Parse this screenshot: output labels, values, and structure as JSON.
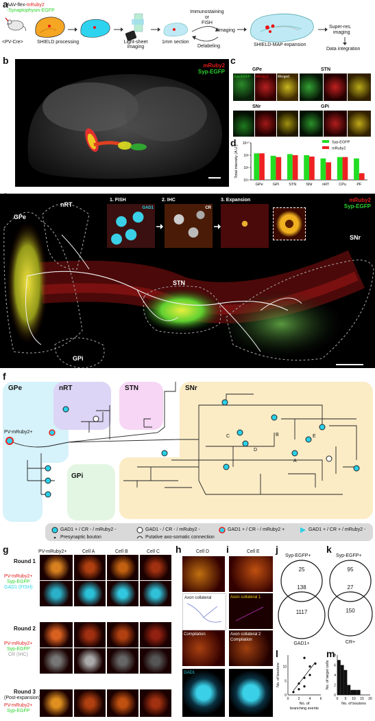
{
  "panel_letters": {
    "a": "a",
    "b": "b",
    "c": "c",
    "d": "d",
    "e": "e",
    "f": "f",
    "g": "g",
    "h": "h",
    "i": "i",
    "j": "j",
    "k": "k",
    "l": "l",
    "m": "m"
  },
  "panel_a": {
    "aav_line1": "AAV-flex-",
    "aav_mruby": "mRuby2",
    "aav_line2": "-Synaptophysin-EGFP",
    "mouse_label": "<PV-Cre>",
    "shield_processing": "SHIELD processing",
    "light_sheet": "Light-sheet",
    "imaging": "imaging",
    "section": "1mm section",
    "immuno1": "Immunostaining",
    "immuno2": "or",
    "immuno3": "FISH",
    "imaging2": "Imaging",
    "delabeling": "Delabeling",
    "expansion": "SHIELD-MAP expansion",
    "superres1": "Super-res.",
    "superres2": "imaging",
    "integration": "Data integration"
  },
  "panel_b": {
    "mruby": "mRuby2",
    "syp": "Syp-EGFP"
  },
  "panel_c": {
    "gpe": "GPe",
    "stn": "STN",
    "snr": "SNr",
    "gpi": "GPi",
    "syp": "Syp-EGFP",
    "mruby": "mRuby2",
    "merged": "Merged"
  },
  "panel_d": {
    "ylabel": "Total intensity (A.U.)",
    "legend_syp": "Syp-EGFP",
    "legend_mruby": "mRuby2",
    "ytick_labels": [
      "10¹⁰",
      "10⁸",
      "10⁶",
      "10⁴"
    ]
  },
  "chart_data": {
    "type": "bar",
    "categories": [
      "GPe",
      "GPi",
      "STN",
      "SNr",
      "nRT",
      "CPu",
      "PF"
    ],
    "series": [
      {
        "name": "Syp-EGFP",
        "values": [
          200000000.0,
          80000000.0,
          150000000.0,
          100000000.0,
          30000000.0,
          50000000.0,
          30000000.0
        ]
      },
      {
        "name": "mRuby2",
        "values": [
          200000000.0,
          50000000.0,
          100000000.0,
          60000000.0,
          7000000.0,
          50000000.0,
          120000.0
        ]
      }
    ],
    "ylabel": "Total intensity (A.U.)",
    "ylim": [
      10000.0,
      10000000000.0
    ],
    "yscale": "log",
    "colors": {
      "Syp-EGFP": "#22dd22",
      "mRuby2": "#ee2222"
    }
  },
  "panel_e": {
    "gpe": "GPe",
    "nrt": "nRT",
    "stn": "STN",
    "gpi": "GPi",
    "snr": "SNr",
    "mruby": "mRuby2",
    "syp": "Syp-EGFP",
    "fish": "1. FISH",
    "ihc": "2. IHC",
    "expansion": "3. Expansion",
    "gad1": "GAD1",
    "cr": "CR"
  },
  "panel_f": {
    "gpe": "GPe",
    "nrt": "nRT",
    "stn": "STN",
    "snr": "SNr",
    "gpi": "GPi",
    "pv": "PV-mRuby2+",
    "cells": [
      "A",
      "B",
      "C",
      "D",
      "E"
    ],
    "legend": [
      "GAD1 + / CR - / mRuby2 -",
      "GAD1 - / CR - / mRuby2 -",
      "GAD1 + / CR - / mRuby2 +",
      "GAD1 + / CR + / mRuby2 -",
      "Presynaptic bouton",
      "Putative axo-somatic connection"
    ]
  },
  "panel_g": {
    "col_headers": [
      "PV-mRuby2+",
      "Cell A",
      "Cell B",
      "Cell C"
    ],
    "round1": "Round 1",
    "round2": "Round 2",
    "round3a": "Round 3",
    "round3b": "(Post-expansion)",
    "pv": "PV-mRuby2+",
    "syp": "Syp-EGFP",
    "gad1": "GAD1 (FISH)",
    "cr": "CR (IHC)"
  },
  "panel_h": {
    "title": "Cell D",
    "collateral": "Axon collateral",
    "compilation": "Compilation",
    "gad1": "GAD1"
  },
  "panel_i": {
    "title": "Cell E",
    "collateral1": "Axon collateral 1",
    "collateral2": "Axon collateral 2",
    "compilation": "Compilation"
  },
  "panel_j": {
    "title": "Syp-EGFP+",
    "only": "25",
    "overlap": "138",
    "other": "1117",
    "bottom": "GAD1+"
  },
  "panel_k": {
    "title": "Syp-EGFP+",
    "only": "95",
    "overlap": "27",
    "other": "150",
    "bottom": "CR+"
  },
  "panel_l": {
    "ylabel": "No. of boutons",
    "xlabel1": "No. of",
    "xlabel2": "branching events",
    "xticks": [
      "0",
      "2",
      "4",
      "6"
    ],
    "yticks": [
      "0",
      "5",
      "10"
    ]
  },
  "panel_m": {
    "ylabel1": "No. of target cells",
    "xlabel": "No. of boutons",
    "xticks": [
      "0",
      "5",
      "10",
      "15",
      "20"
    ],
    "yticks": [
      "0",
      "2",
      "4",
      "6",
      "8"
    ]
  },
  "scatter_l": {
    "x": [
      1,
      2,
      2,
      3,
      3,
      4,
      4,
      5,
      3
    ],
    "y": [
      1,
      2,
      4,
      3,
      6,
      7,
      10,
      11,
      13
    ]
  },
  "hist_m": {
    "bins": [
      0,
      2,
      4,
      6,
      8,
      10,
      12,
      14,
      16,
      18,
      20
    ],
    "counts": [
      7,
      6,
      5,
      2,
      1,
      1,
      1,
      0,
      0,
      0
    ]
  }
}
